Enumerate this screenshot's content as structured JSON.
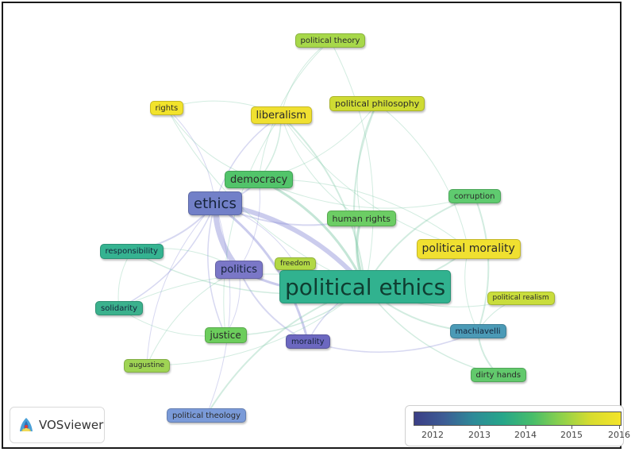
{
  "nodes": [
    {
      "id": "political-theory",
      "label": "political theory",
      "color": "#a7d84a"
    },
    {
      "id": "rights",
      "label": "rights",
      "color": "#f2e32b"
    },
    {
      "id": "liberalism",
      "label": "liberalism",
      "color": "#f0e030"
    },
    {
      "id": "political-philosophy",
      "label": "political philosophy",
      "color": "#cfdb33"
    },
    {
      "id": "democracy",
      "label": "democracy",
      "color": "#52c46a"
    },
    {
      "id": "ethics",
      "label": "ethics",
      "color": "#7280c8"
    },
    {
      "id": "corruption",
      "label": "corruption",
      "color": "#5fcb6f"
    },
    {
      "id": "human-rights",
      "label": "human rights",
      "color": "#6ccd64"
    },
    {
      "id": "political-morality",
      "label": "political morality",
      "color": "#f0e030"
    },
    {
      "id": "responsibility",
      "label": "responsibility",
      "color": "#35b391"
    },
    {
      "id": "politics",
      "label": "politics",
      "color": "#7a77c7"
    },
    {
      "id": "freedom",
      "label": "freedom",
      "color": "#b2d845"
    },
    {
      "id": "political-ethics",
      "label": "political ethics",
      "color": "#31b28f"
    },
    {
      "id": "political-realism",
      "label": "political realism",
      "color": "#c9dd3c"
    },
    {
      "id": "solidarity",
      "label": "solidarity",
      "color": "#3bb18d"
    },
    {
      "id": "machiavelli",
      "label": "machiavelli",
      "color": "#4b9ab6"
    },
    {
      "id": "justice",
      "label": "justice",
      "color": "#6ccd5c"
    },
    {
      "id": "morality",
      "label": "morality",
      "color": "#6c68c0"
    },
    {
      "id": "augustine",
      "label": "augustine",
      "color": "#9fd454"
    },
    {
      "id": "dirty-hands",
      "label": "dirty hands",
      "color": "#62c96c"
    },
    {
      "id": "political-theology",
      "label": "political theology",
      "color": "#7a9ad8"
    }
  ],
  "edges": [
    [
      "ethics",
      "politics",
      7
    ],
    [
      "ethics",
      "political-ethics",
      6
    ],
    [
      "politics",
      "political-ethics",
      3
    ],
    [
      "ethics",
      "morality",
      3
    ],
    [
      "politics",
      "morality",
      2
    ],
    [
      "democracy",
      "political-ethics",
      3
    ],
    [
      "human-rights",
      "political-ethics",
      3
    ],
    [
      "liberalism",
      "political-ethics",
      2
    ],
    [
      "political-philosophy",
      "political-ethics",
      2
    ],
    [
      "political-morality",
      "political-ethics",
      2
    ],
    [
      "corruption",
      "political-ethics",
      2
    ],
    [
      "machiavelli",
      "political-ethics",
      2
    ],
    [
      "machiavelli",
      "dirty-hands",
      2
    ],
    [
      "corruption",
      "machiavelli",
      2
    ],
    [
      "ethics",
      "democracy",
      2
    ],
    [
      "ethics",
      "responsibility",
      2
    ],
    [
      "ethics",
      "human-rights",
      2
    ],
    [
      "ethics",
      "liberalism",
      1.5
    ],
    [
      "ethics",
      "justice",
      1.5
    ],
    [
      "ethics",
      "solidarity",
      1.5
    ],
    [
      "ethics",
      "rights",
      1
    ],
    [
      "political-theology",
      "political-ethics",
      2
    ],
    [
      "political-theology",
      "ethics",
      1
    ],
    [
      "politics",
      "justice",
      1
    ],
    [
      "politics",
      "democracy",
      1
    ],
    [
      "liberalism",
      "democracy",
      1.5
    ],
    [
      "political-theory",
      "democracy",
      1
    ],
    [
      "political-theory",
      "political-ethics",
      1
    ],
    [
      "political-theory",
      "liberalism",
      1
    ],
    [
      "political-philosophy",
      "democracy",
      1
    ],
    [
      "rights",
      "democracy",
      1
    ],
    [
      "rights",
      "liberalism",
      1
    ],
    [
      "responsibility",
      "political-ethics",
      1.5
    ],
    [
      "solidarity",
      "political-ethics",
      1
    ],
    [
      "augustine",
      "political-ethics",
      1
    ],
    [
      "augustine",
      "ethics",
      1
    ],
    [
      "justice",
      "political-ethics",
      1.5
    ],
    [
      "morality",
      "political-ethics",
      1.5
    ],
    [
      "freedom",
      "political-ethics",
      1
    ],
    [
      "political-realism",
      "political-ethics",
      1
    ],
    [
      "political-realism",
      "machiavelli",
      1
    ],
    [
      "dirty-hands",
      "political-ethics",
      1.5
    ],
    [
      "liberalism",
      "human-rights",
      1
    ],
    [
      "political-morality",
      "liberalism",
      1
    ],
    [
      "political-morality",
      "democracy",
      1
    ],
    [
      "corruption",
      "democracy",
      1
    ],
    [
      "responsibility",
      "solidarity",
      1
    ],
    [
      "responsibility",
      "politics",
      1
    ],
    [
      "morality",
      "machiavelli",
      1.5
    ],
    [
      "human-rights",
      "political-philosophy",
      1
    ],
    [
      "political-morality",
      "machiavelli",
      1
    ],
    [
      "justice",
      "liberalism",
      1
    ],
    [
      "freedom",
      "ethics",
      1
    ],
    [
      "augustine",
      "politics",
      1
    ],
    [
      "solidarity",
      "justice",
      1
    ],
    [
      "political-philosophy",
      "political-morality",
      1
    ],
    [
      "rights",
      "political-ethics",
      1
    ]
  ],
  "colors": {
    "edge_default": "#7fc8a6",
    "edge_ethics": "#8c8fd6"
  },
  "brand": {
    "name": "VOSviewer"
  },
  "legend": {
    "ticks": [
      "2012",
      "2013",
      "2014",
      "2015",
      "2016"
    ]
  }
}
